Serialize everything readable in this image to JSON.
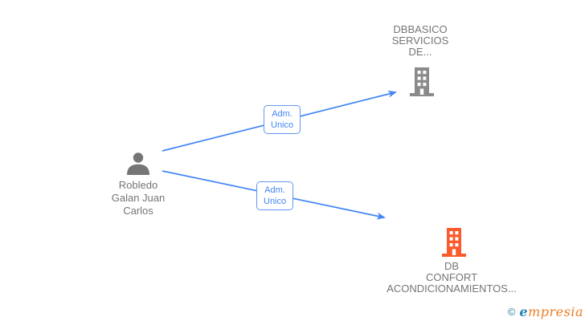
{
  "diagram": {
    "person": {
      "full_name": "Robledo Galan Juan Carlos",
      "name_lines": [
        "Robledo",
        "Galan Juan",
        "Carlos"
      ],
      "icon": "person-silhouette-icon"
    },
    "companies": [
      {
        "name": "DBBASICO SERVICIOS DE...",
        "label_lines": [
          "DBBASICO",
          "SERVICIOS",
          "DE..."
        ],
        "icon": "building-icon",
        "icon_color": "#8a8a8a"
      },
      {
        "name": "DB CONFORT ACONDICIONAMIENTOS...",
        "label_lines": [
          "DB",
          "CONFORT",
          "ACONDICIONAMIENTOS..."
        ],
        "icon": "building-icon",
        "icon_color": "#fb5a2d"
      }
    ],
    "edges": [
      {
        "from": "Robledo Galan Juan Carlos",
        "to": "DBBASICO SERVICIOS DE...",
        "label": "Adm. Unico",
        "label_lines": [
          "Adm.",
          "Unico"
        ]
      },
      {
        "from": "Robledo Galan Juan Carlos",
        "to": "DB CONFORT ACONDICIONAMIENTOS...",
        "label": "Adm. Unico",
        "label_lines": [
          "Adm.",
          "Unico"
        ]
      }
    ],
    "colors": {
      "edge_blue": "#4285f4",
      "label_gray": "#757575",
      "building_gray": "#8a8a8a",
      "building_orange": "#fb5a2d"
    }
  },
  "watermark": {
    "copyright": "©",
    "brand": "empresia",
    "brand_first_letter": "e",
    "brand_rest": "mpresia"
  }
}
